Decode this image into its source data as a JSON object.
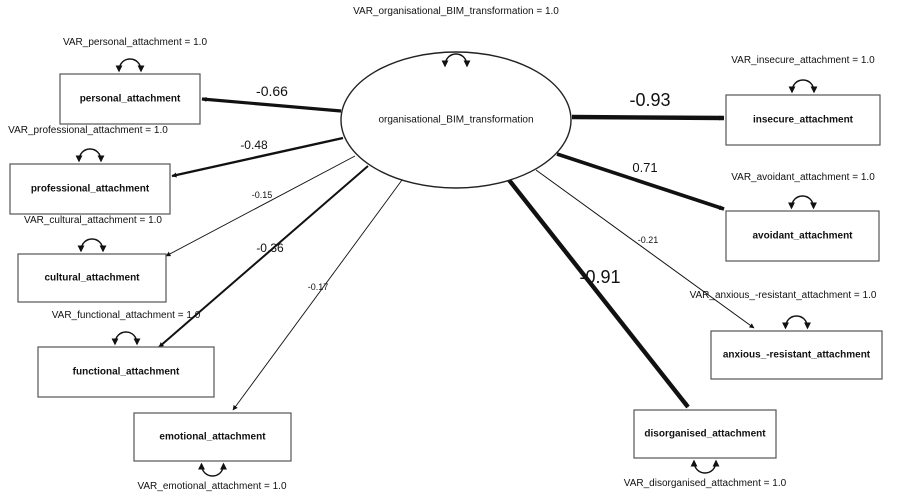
{
  "diagram": {
    "latent": {
      "label": "organisational_BIM_transformation",
      "variance": "VAR_organisational_BIM_transformation = 1.0"
    },
    "indicators": [
      {
        "id": "personal",
        "label": "personal_attachment",
        "variance": "VAR_personal_attachment = 1.0",
        "loading": "-0.66"
      },
      {
        "id": "professional",
        "label": "professional_attachment",
        "variance": "VAR_professional_attachment = 1.0",
        "loading": "-0.48"
      },
      {
        "id": "cultural",
        "label": "cultural_attachment",
        "variance": "VAR_cultural_attachment = 1.0",
        "loading": "-0.15"
      },
      {
        "id": "functional",
        "label": "functional_attachment",
        "variance": "VAR_functional_attachment = 1.0",
        "loading": "-0.36"
      },
      {
        "id": "emotional",
        "label": "emotional_attachment",
        "variance": "VAR_emotional_attachment = 1.0",
        "loading": "-0.17"
      },
      {
        "id": "insecure",
        "label": "insecure_attachment",
        "variance": "VAR_insecure_attachment = 1.0",
        "loading": "-0.93"
      },
      {
        "id": "avoidant",
        "label": "avoidant_attachment",
        "variance": "VAR_avoidant_attachment = 1.0",
        "loading": "0.71"
      },
      {
        "id": "anxious",
        "label": "anxious_-resistant_attachment",
        "variance": "VAR_anxious_-resistant_attachment = 1.0",
        "loading": "-0.21"
      },
      {
        "id": "disorganised",
        "label": "disorganised_attachment",
        "variance": "VAR_disorganised_attachment = 1.0",
        "loading": "-0.91"
      }
    ]
  }
}
